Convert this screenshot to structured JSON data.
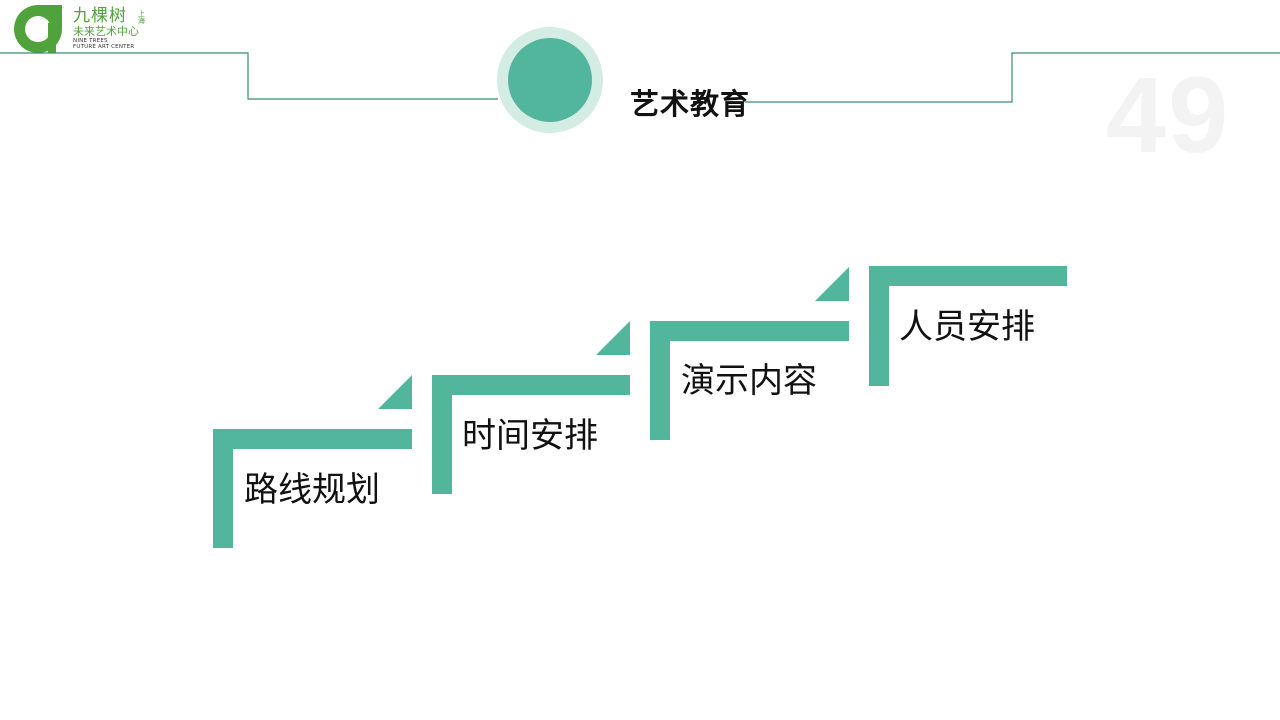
{
  "logo": {
    "cn_line1": "九棵树",
    "cn_line2": "未来艺术中心",
    "cn_side": "上海",
    "en_line1": "NINE TREES",
    "en_line2": "FUTURE ART CENTER",
    "mark_letter": "a"
  },
  "header": {
    "title": "艺术教育",
    "page_number": "49"
  },
  "colors": {
    "accent": "#52b69d",
    "accent_light": "#d3ece4",
    "line": "#3a8c6e",
    "logo_green": "#4fa33a"
  },
  "steps": [
    {
      "label": "路线规划"
    },
    {
      "label": "时间安排"
    },
    {
      "label": "演示内容"
    },
    {
      "label": "人员安排"
    }
  ]
}
